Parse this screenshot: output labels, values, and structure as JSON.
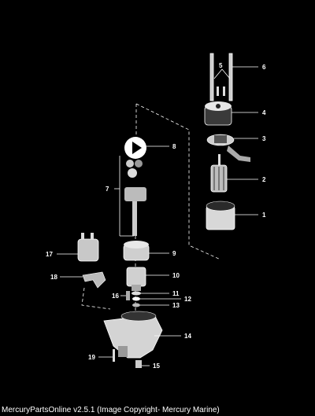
{
  "diagram": {
    "callouts": [
      "1",
      "2",
      "3",
      "4",
      "5",
      "6",
      "7",
      "8",
      "9",
      "10",
      "11",
      "12",
      "13",
      "14",
      "15",
      "16",
      "17",
      "18",
      "19"
    ]
  },
  "footer": {
    "text": "MercuryPartsOnline v2.5.1 (Image Copyright- Mercury Marine)"
  }
}
